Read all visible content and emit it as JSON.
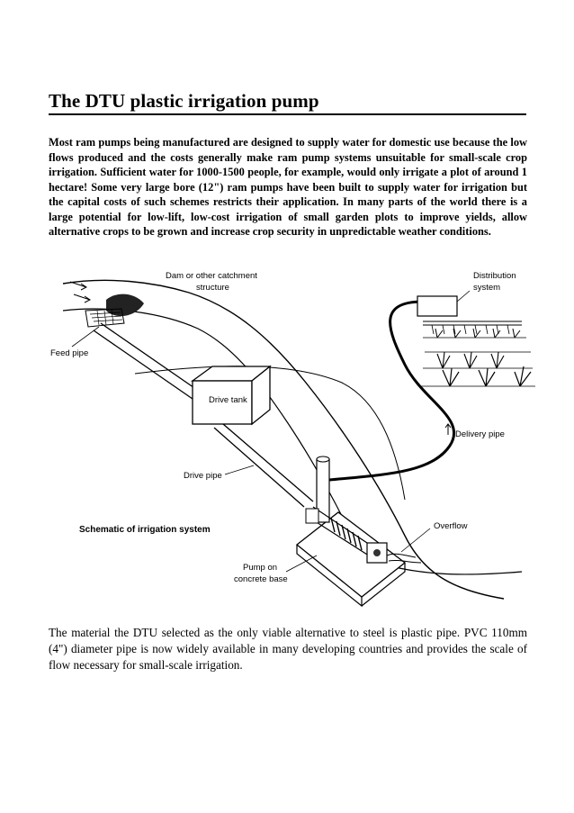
{
  "section": {
    "title": "The DTU  plastic irrigation pump"
  },
  "intro_paragraph": "Most ram pumps being manufactured are designed to supply water for domestic use because the low flows produced and the costs generally make ram pump systems unsuitable for small-scale crop irrigation. Sufficient water for 1000-1500 people, for example, would only irrigate a plot of around 1 hectare! Some very large bore (12\") ram pumps have been built to supply water for irrigation but the capital costs of such schemes restricts their application. In many parts of the world there is a large potential for low-lift, low-cost irrigation of small garden plots to improve yields, allow alternative crops to be grown and increase crop security in unpredictable weather conditions.",
  "figure": {
    "caption": "Schematic of irrigation system",
    "labels": {
      "dam_line1": "Dam or other catchment",
      "dam_line2": "structure",
      "distribution_line1": "Distribution",
      "distribution_line2": "system",
      "feed_pipe": "Feed pipe",
      "drive_tank": "Drive tank",
      "delivery_pipe": "Delivery pipe",
      "drive_pipe": "Drive pipe",
      "overflow": "Overflow",
      "pump_line1": "Pump on",
      "pump_line2": "concrete base"
    }
  },
  "closing_paragraph": "The material the DTU selected as the only viable alternative to steel is plastic pipe. PVC 110mm (4\") diameter pipe is now widely available in many developing countries and provides the scale of flow necessary for small-scale irrigation."
}
